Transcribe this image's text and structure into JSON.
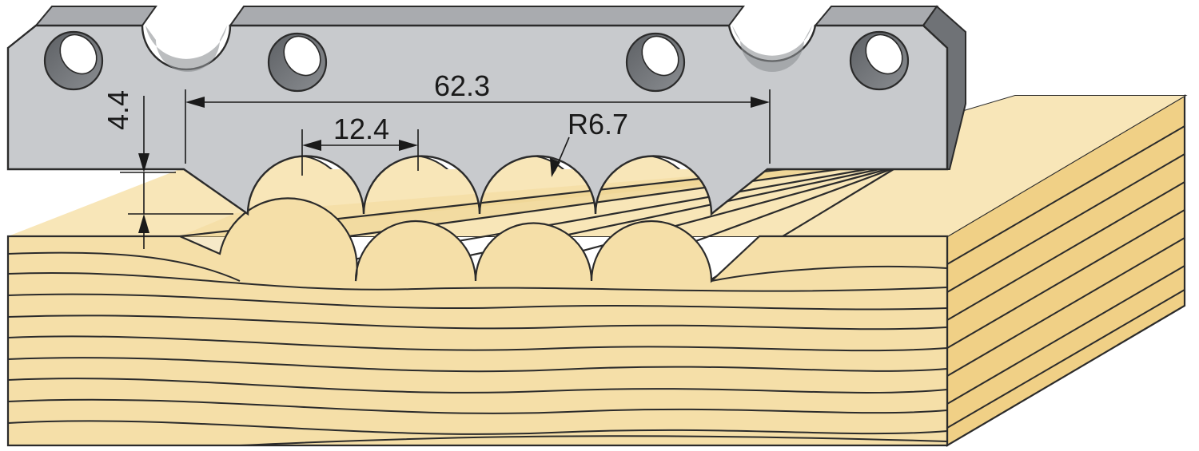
{
  "dimensions": {
    "depth": "4.4",
    "overall_width": "62.3",
    "pitch": "12.4",
    "radius": "R6.7"
  },
  "colors": {
    "steel_face": "#c8cacd",
    "steel_top": "#a9abaf",
    "steel_shadow": "#6f7276",
    "hole": "#74777b",
    "wood_front": "#f5dfa8",
    "wood_top": "#f8e6b8",
    "wood_side": "#f0d086",
    "line": "#2b2b2b"
  },
  "icons": {
    "knife": "profile-knife-icon",
    "workpiece": "wood-block-icon"
  }
}
